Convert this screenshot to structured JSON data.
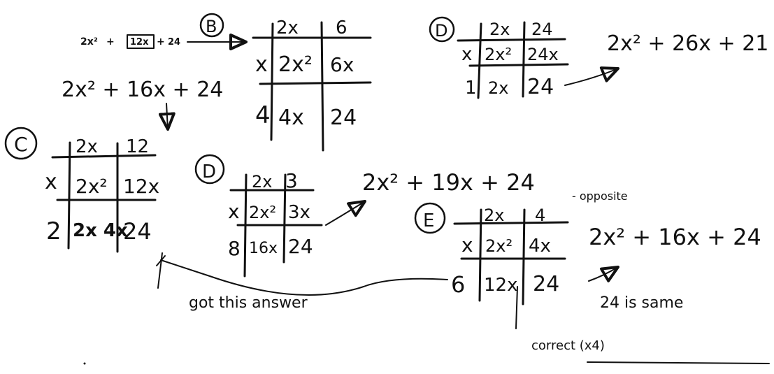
{
  "original_expression": {
    "term1": "2x²",
    "plus1": "+",
    "boxed_term": "12x",
    "plus2": "+",
    "term3": "24"
  },
  "rewritten_expression": "2x² + 16x + 24",
  "grid_B": {
    "letter": "B",
    "top": [
      "2x",
      "6"
    ],
    "side": [
      "x",
      "4"
    ],
    "cells": [
      [
        "2x²",
        "6x"
      ],
      [
        "4x",
        "24"
      ]
    ]
  },
  "grid_D_top": {
    "letter": "D",
    "top": [
      "2x",
      "24"
    ],
    "side": [
      "x",
      "1"
    ],
    "cells": [
      [
        "2x²",
        "24x"
      ],
      [
        "2x",
        "24"
      ]
    ],
    "result": "2x² + 26x + 21"
  },
  "grid_C": {
    "letter": "C",
    "top": [
      "2x",
      "12"
    ],
    "side": [
      "x",
      "2"
    ],
    "cells": [
      [
        "2x²",
        "12x"
      ],
      [
        "2x 4x",
        "24"
      ]
    ]
  },
  "grid_D_mid": {
    "letter": "D",
    "top": [
      "2x",
      "3"
    ],
    "side": [
      "x",
      "8"
    ],
    "cells": [
      [
        "2x²",
        "3x"
      ],
      [
        "16x",
        "24"
      ]
    ],
    "result": "2x² + 19x + 24"
  },
  "grid_E": {
    "letter": "E",
    "top": [
      "2x",
      "4"
    ],
    "side": [
      "x",
      "6"
    ],
    "cells": [
      [
        "2x²",
        "4x"
      ],
      [
        "12x",
        "24"
      ]
    ],
    "result": "2x² + 16x + 24",
    "note_opposite": "- opposite",
    "note_same": "24 is same"
  },
  "bottom_notes": {
    "got_answer": "got this answer",
    "correct": "correct (x4)"
  }
}
